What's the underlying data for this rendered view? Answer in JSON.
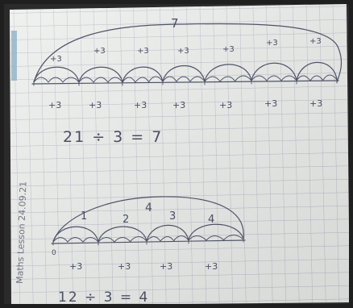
{
  "photo": {
    "top_total_label": "7",
    "top_group_labels": [
      "+3",
      "+3",
      "+3",
      "+3",
      "+3",
      "+3",
      "+3"
    ],
    "top_step_labels": [
      "+3",
      "+3",
      "+3",
      "+3",
      "+3",
      "+3",
      "+3"
    ],
    "top_equation": "21 ÷ 3 = 7",
    "bottom_total_label": "4",
    "bottom_group_labels": [
      "1",
      "2",
      "3",
      "4"
    ],
    "bottom_step_labels": [
      "+3",
      "+3",
      "+3",
      "+3"
    ],
    "bottom_equation": "12 ÷ 3 = 4",
    "bottom_zero_label": "0",
    "margin_note": "Maths Lesson 24.09.21",
    "colors": {
      "paper": "#f1f2ef",
      "grid": "#b9bfc9",
      "ink": "#4a4e63",
      "border": "#2b2b2b"
    }
  }
}
